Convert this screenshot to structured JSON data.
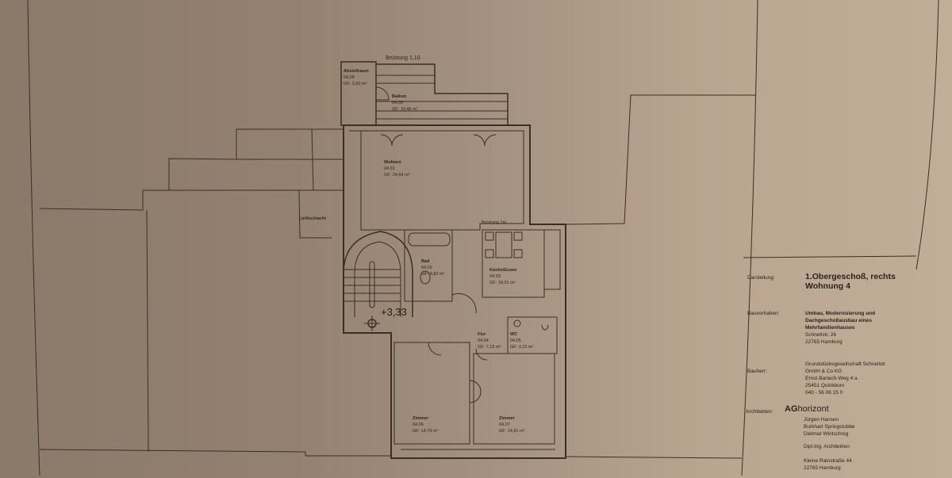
{
  "plan": {
    "balcony_rail": "Brüstung 1,10",
    "kitchen_rail": "Brüstung 1m",
    "light_shaft": "Lichtschacht",
    "level_mark": "+3,33",
    "rooms": [
      {
        "name": "Abstellraum",
        "number": "04.08",
        "area": "GF: 3,20 m²"
      },
      {
        "name": "Balkon",
        "number": "04.09",
        "area": "GF: 10,46 m²"
      },
      {
        "name": "Wohnen",
        "number": "04.01",
        "area": "GF: 24,64 m²"
      },
      {
        "name": "Bad",
        "number": "04.02",
        "area": "GF: 4,82 m²"
      },
      {
        "name": "Küche/Essen",
        "number": "04.03",
        "area": "GF: 18,01 m²"
      },
      {
        "name": "Flur",
        "number": "04.04",
        "area": "GF: 7,15 m²"
      },
      {
        "name": "WC",
        "number": "04.05",
        "area": "GF: 3,15 m²"
      },
      {
        "name": "Zimmer",
        "number": "04.06",
        "area": "GF: 14,79 m²"
      },
      {
        "name": "Zimmer",
        "number": "04.07",
        "area": "GF: 14,91 m²"
      }
    ]
  },
  "title_block": {
    "darstellung_label": "Darstellung:",
    "darstellung_line1": "1.Obergeschoß, rechts",
    "darstellung_line2": "Wohnung 4",
    "bauvorhaben_label": "Bauvorhaben:",
    "bauvorhaben_lines": [
      "Umbau, Modernisierung und",
      "Dachgeschoßausbau eines",
      "Mehrfamilienhauses",
      "Schnellstr. 26",
      "22765 Hamburg"
    ],
    "bauherr_label": "Bauherr:",
    "bauherr_lines": [
      "Grundstücksgesellschaft Schnellstr",
      "GmbH & Co KG",
      "Ernst-Barlach-Weg 4 a",
      "25451 Quickborn",
      "040 - 56 06 15 0"
    ],
    "architekten_label": "Architekten:",
    "firm_bold": "AG",
    "firm_rest": "horizont",
    "architekten_lines": [
      "Jürgen Hansen",
      "Burkhart Springstubbe",
      "Dietmar Wintschnig"
    ],
    "title": "Dipl.Ing. Architekten",
    "address_lines": [
      "Kleine Rainstraße 44",
      "22765 Hamburg"
    ]
  }
}
